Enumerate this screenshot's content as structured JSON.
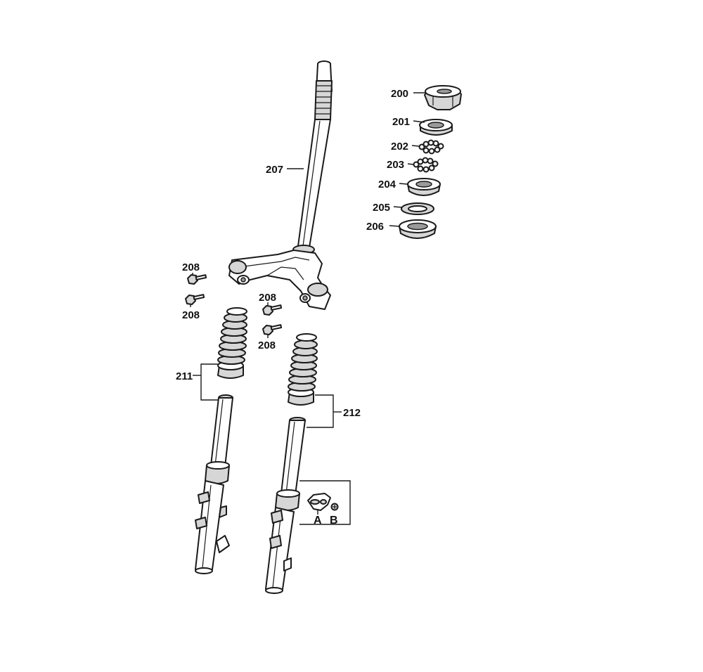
{
  "callouts": {
    "p200": "200",
    "p201": "201",
    "p202": "202",
    "p203": "203",
    "p204": "204",
    "p205": "205",
    "p206": "206",
    "p207": "207",
    "p208a": "208",
    "p208b": "208",
    "p208c": "208",
    "p208d": "208",
    "p211": "211",
    "p212": "212",
    "pA": "A",
    "pB": "B"
  },
  "colors": {
    "line": "#1a1a1a",
    "background": "#ffffff",
    "shade": "#d6d6d6"
  }
}
